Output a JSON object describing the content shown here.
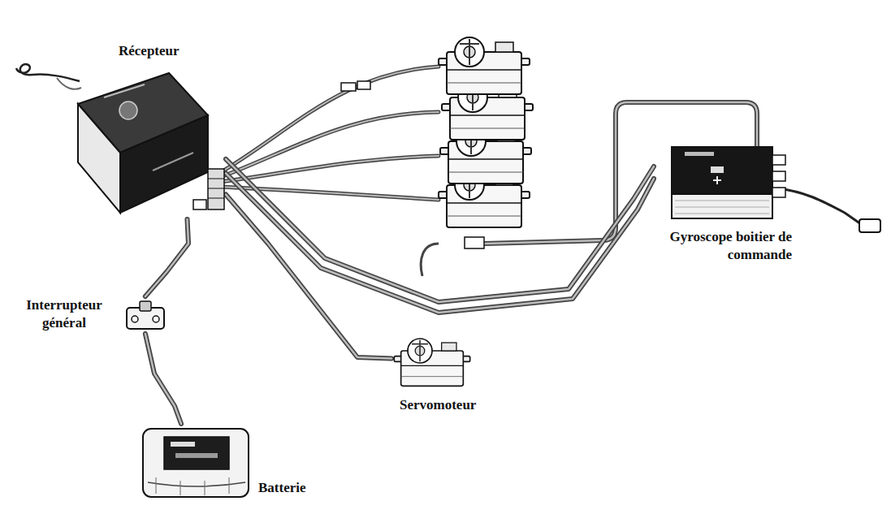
{
  "diagram": {
    "nodes": [
      {
        "text": [
          "Récepteur"
        ]
      },
      {
        "text": [
          "Interrupteur général"
        ]
      },
      {
        "text": [
          "Batterie"
        ]
      },
      {
        "text": [
          "Servomoteur"
        ]
      },
      {
        "text": [
          "Gyroscope boitier de commande"
        ]
      }
    ],
    "edges": [
      {
        "from": 0,
        "to": 1,
        "arrow": "none"
      },
      {
        "from": 1,
        "to": 2,
        "arrow": "none"
      },
      {
        "from": 0,
        "to": 3,
        "arrow": "none"
      },
      {
        "from": 0,
        "to": 4,
        "arrow": "none"
      },
      {
        "from": 0,
        "to": 4,
        "arrow": "none"
      }
    ]
  }
}
